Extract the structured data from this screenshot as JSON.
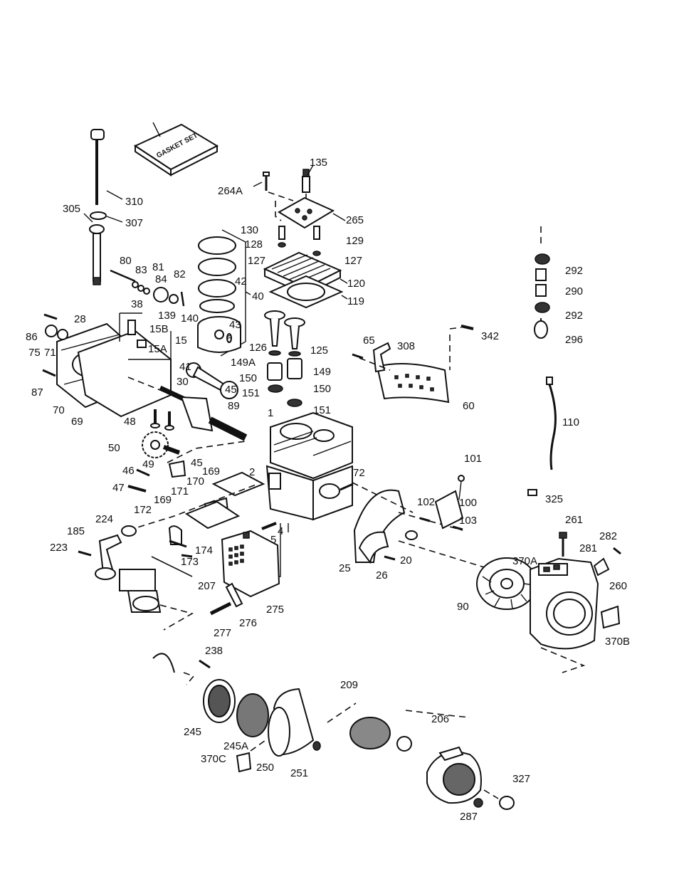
{
  "diagram": {
    "gasket_set_text": "GASKET SET",
    "labels": {
      "l135": "135",
      "l264A": "264A",
      "l265": "265",
      "l310": "310",
      "l305": "305",
      "l307": "307",
      "l130": "130",
      "l128": "128",
      "l129": "129",
      "l127a": "127",
      "l127b": "127",
      "l120": "120",
      "l119": "119",
      "l42": "42",
      "l40": "40",
      "l80": "80",
      "l83": "83",
      "l81": "81",
      "l84": "84",
      "l82": "82",
      "l139": "139",
      "l140": "140",
      "l38": "38",
      "l15B": "15B",
      "l15": "15",
      "l15A": "15A",
      "l28": "28",
      "l86": "86",
      "l75": "75",
      "l71": "71",
      "l87": "87",
      "l70": "70",
      "l69": "69",
      "l43": "43",
      "l6": "6",
      "l41": "41",
      "l126": "126",
      "l125": "125",
      "l149A": "149A",
      "l149": "149",
      "l150a": "150",
      "l150b": "150",
      "l151a": "151",
      "l151b": "151",
      "l45a": "45",
      "l30": "30",
      "l89": "89",
      "l1": "1",
      "l48": "48",
      "l50": "50",
      "l49": "49",
      "l45b": "45",
      "l46": "46",
      "l47": "47",
      "l169a": "169",
      "l2": "2",
      "l170": "170",
      "l171": "171",
      "l172": "172",
      "l169b": "169",
      "l224": "224",
      "l185": "185",
      "l223": "223",
      "l174": "174",
      "l173": "173",
      "l207": "207",
      "l4": "4",
      "l5": "5",
      "l72": "72",
      "l65": "65",
      "l308": "308",
      "l342": "342",
      "l60": "60",
      "l292a": "292",
      "l290": "290",
      "l292b": "292",
      "l296": "296",
      "l110": "110",
      "l101": "101",
      "l102": "102",
      "l100": "100",
      "l103": "103",
      "l325": "325",
      "l261": "261",
      "l282": "282",
      "l281": "281",
      "l370A": "370A",
      "l260": "260",
      "l90": "90",
      "l25": "25",
      "l26": "26",
      "l20": "20",
      "l275": "275",
      "l276": "276",
      "l277": "277",
      "l370B": "370B",
      "l238": "238",
      "l209": "209",
      "l206": "206",
      "l245": "245",
      "l245A": "245A",
      "l370C": "370C",
      "l250": "250",
      "l251": "251",
      "l327": "327",
      "l287": "287"
    }
  }
}
